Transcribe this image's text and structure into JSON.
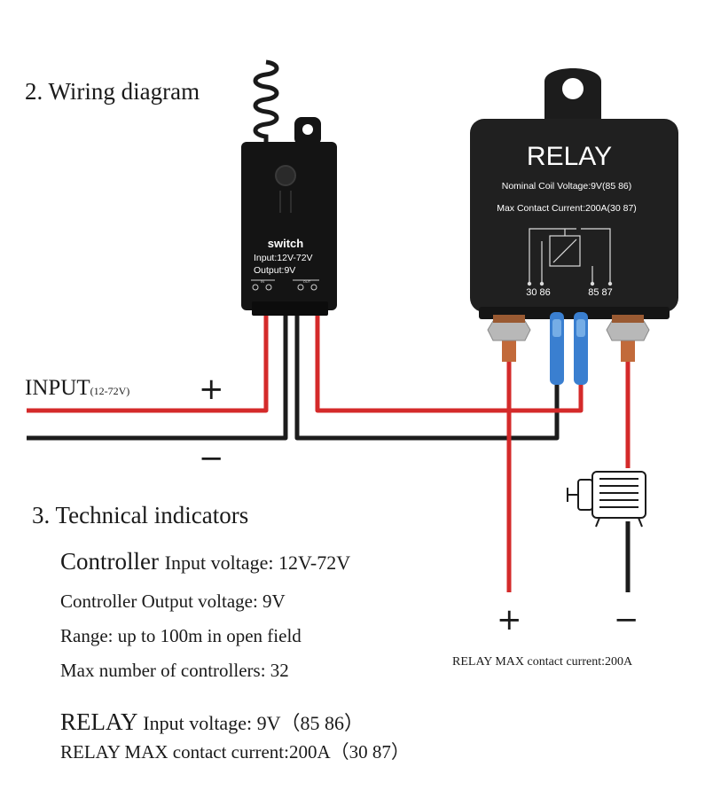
{
  "headings": {
    "wiring": "2. Wiring diagram",
    "technical": "3. Technical indicators"
  },
  "switch_module": {
    "name": "switch",
    "input": "Input:12V-72V",
    "output": "Output:9V",
    "terminal_in": "IN",
    "terminal_out": "OUT",
    "body_color": "#141414",
    "text_color": "#ffffff"
  },
  "relay": {
    "title": "RELAY",
    "coil_voltage": "Nominal Coil Voltage:9V(85 86)",
    "contact_current": "Max Contact Current:200A(30 87)",
    "pins_left": "30 86",
    "pins_right": "85 87",
    "body_color": "#202020",
    "text_color": "#ffffff"
  },
  "input_label": {
    "main": "INPUT",
    "range": "(12-72V)",
    "plus": "+",
    "minus": "−"
  },
  "relay_output": {
    "plus": "+",
    "minus": "−",
    "caption": "RELAY MAX contact current:200A"
  },
  "load": {
    "icon": "motor-icon"
  },
  "wire_colors": {
    "positive": "#d42a2a",
    "negative": "#1c1c1c",
    "terminal_copper": "#c26a3a",
    "terminal_blue": "#3a7fd0"
  },
  "specs": {
    "controller_input_lead": "Controller ",
    "controller_input_rest": "Input voltage: 12V-72V",
    "controller_output": "Controller Output voltage: 9V",
    "range": "Range: up to 100m in open field",
    "max_controllers": "Max number of controllers: 32",
    "relay_input_lead": "RELAY ",
    "relay_input_rest": "Input voltage: 9V（85  86）",
    "relay_max_current": "RELAY MAX contact current:200A（30  87）"
  }
}
